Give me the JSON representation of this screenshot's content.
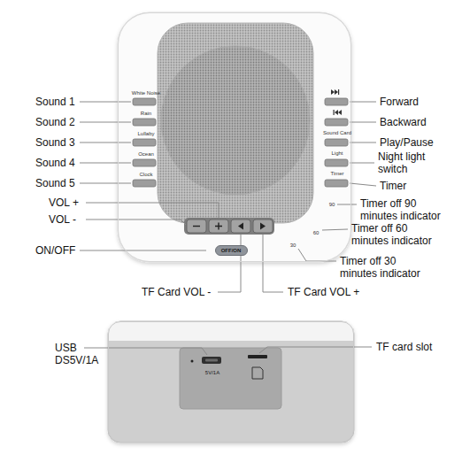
{
  "diagram": {
    "nodes": [
      {
        "text": [
          "White Noise",
          "Rain",
          "Lullaby",
          "Ocean",
          "Clock",
          "Sound Card",
          "Light",
          "Timer",
          "90",
          "60",
          "30"
        ]
      },
      {
        "text": [
          "OFF/ON"
        ],
        "in": 0
      },
      {
        "text": [
          "5V/1A"
        ]
      }
    ],
    "labels": [
      "Sound 1",
      "Sound 2",
      "Sound 3",
      "Sound 4",
      "Sound 5",
      "VOL +",
      "VOL -",
      "ON/OFF",
      "TF Card VOL -",
      "TF Card VOL +",
      "Forward",
      "Backward",
      "Play/Pause",
      "Night light switch",
      "Timer",
      "Timer off 90 minutes indicator",
      "Timer off 60 minutes indicator",
      "Timer off 30 minutes indicator",
      "USB DS5V/1A",
      "TF card slot"
    ]
  }
}
